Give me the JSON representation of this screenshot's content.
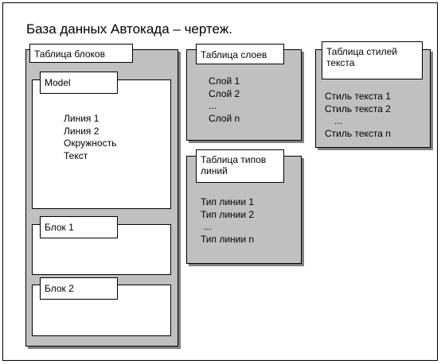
{
  "title": "База данных Автокада – чертеж.",
  "block_table": {
    "label": "Таблица блоков",
    "model": {
      "label": "Model",
      "items": [
        "Линия 1",
        "Линия 2",
        "Окружность",
        "Текст"
      ]
    },
    "block1": {
      "label": "Блок 1"
    },
    "block2": {
      "label": "Блок 2"
    }
  },
  "layer_table": {
    "label": "Таблица слоев",
    "items": [
      "Слой 1",
      "Слой 2",
      "...",
      "Слой n"
    ]
  },
  "linetype_table": {
    "label_line1": "Таблица типов",
    "label_line2": "линий",
    "items": [
      "Тип линии 1",
      "Тип линии 2",
      "...",
      "Тип линии n"
    ]
  },
  "textstyle_table": {
    "label_line1": "Таблица стилей",
    "label_line2": "текста",
    "items": [
      "Стиль текста 1",
      "Стиль текста 2",
      "...",
      "Стиль текста n"
    ]
  }
}
